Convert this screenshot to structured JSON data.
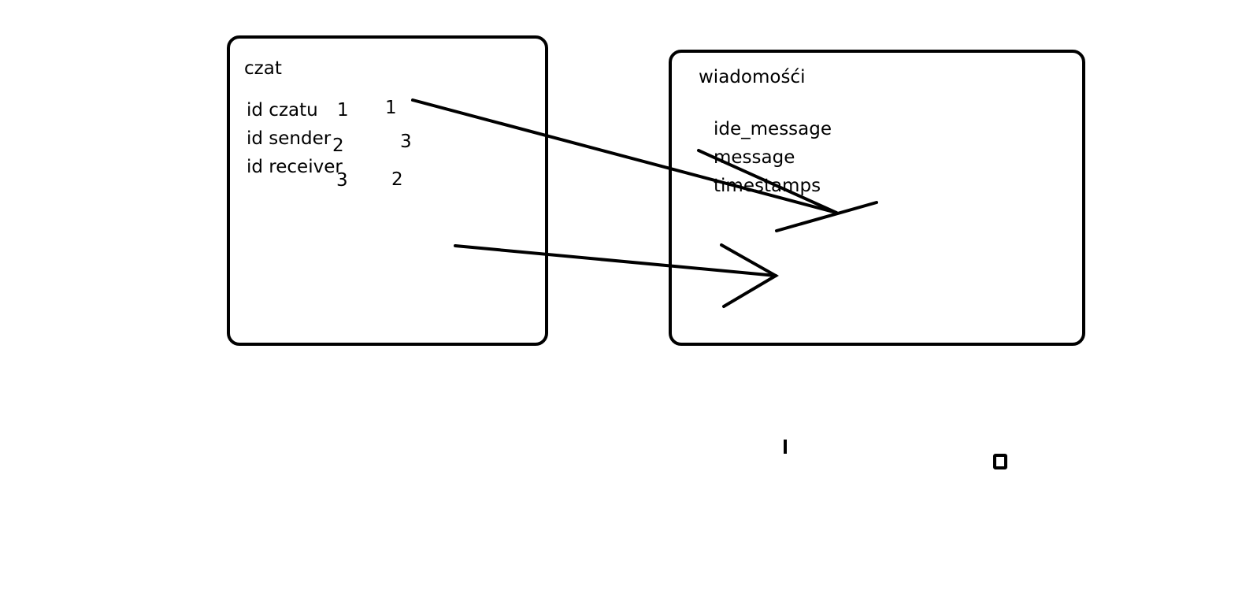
{
  "czat": {
    "title": "czat",
    "fields": [
      "id czatu",
      "id sender",
      "id receiver"
    ],
    "values_col1": [
      "1",
      "2",
      "3"
    ],
    "values_col2": [
      "1",
      "3",
      "2"
    ]
  },
  "wiadomosci": {
    "title": "wiadomośći",
    "fields": [
      "ide_message",
      "message",
      "timestamps"
    ]
  }
}
